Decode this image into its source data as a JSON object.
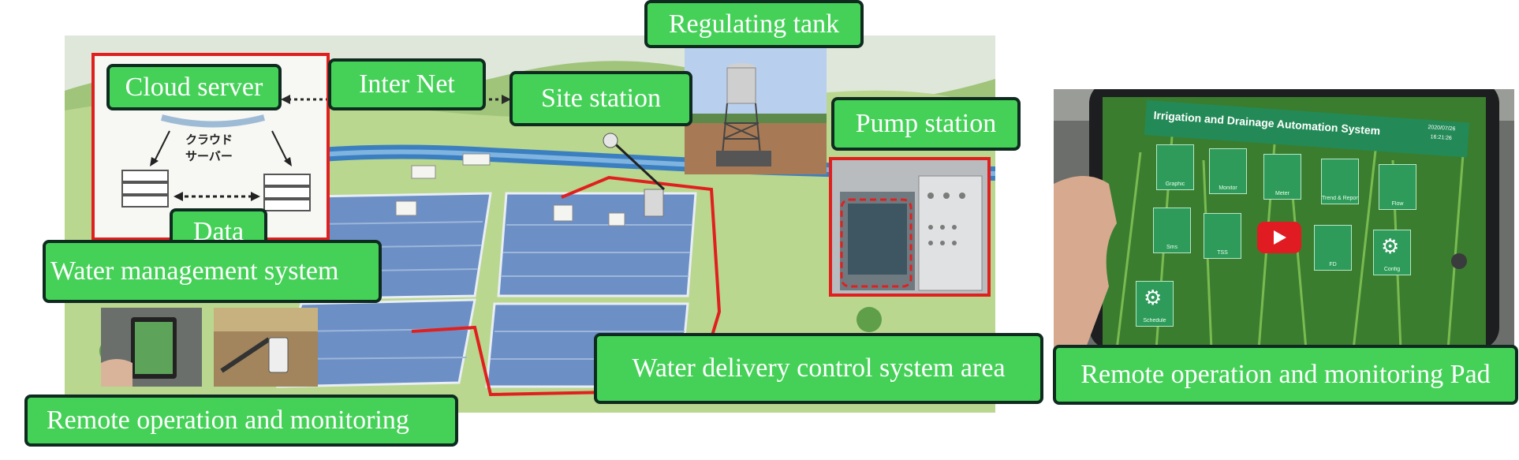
{
  "labels": {
    "regulating_tank": "Regulating tank",
    "cloud_server": "Cloud server",
    "inter_net": "Inter Net",
    "site_station": "Site station",
    "pump_station": "Pump station",
    "data": "Data",
    "water_management_system": "Water management system",
    "water_delivery_control": "Water delivery  control system area",
    "remote_operation": "Remote operation  and monitoring",
    "remote_pad": "Remote operation  and monitoring Pad"
  },
  "cloud_panel": {
    "jp_line1": "クラウド",
    "jp_line2": "サーバー"
  },
  "pad_app": {
    "title": "Irrigation and Drainage Automation System",
    "date": "2020/07/26",
    "time": "16:21:26",
    "tiles": [
      "Graphic",
      "Monitor",
      "Meter",
      "Trend & Report",
      "Flow",
      "Sms",
      "TSS",
      "",
      "FD",
      "Config",
      "Schedule"
    ]
  },
  "colors": {
    "label_fill": "#45d158",
    "label_border": "#0f2a1f",
    "red_outline": "#e0201f",
    "pipe_blue": "#3b7fc0"
  }
}
